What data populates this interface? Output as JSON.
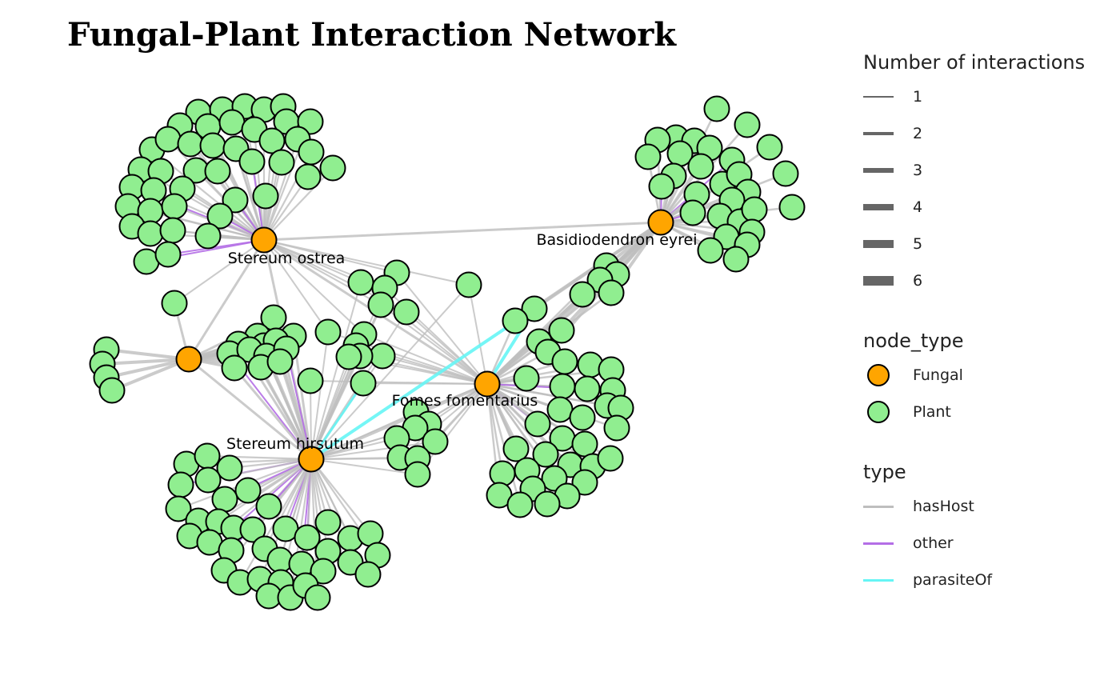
{
  "title": "Fungal-Plant Interaction Network",
  "colors": {
    "fungal": "#FFA500",
    "plant": "#90EE90",
    "node_border": "#000000",
    "hasHost": "#BEBEBE",
    "other": "#B46EE6",
    "parasiteOf": "#66F5F5",
    "width_key": "#666666"
  },
  "fungal_labels": {
    "stereum_ostrea": "Stereum ostrea",
    "basidiodendron_eyrei": "Basidiodendron eyrei",
    "fomes_fomentarius": "Fomes fomentarius",
    "stereum_hirsutum": "Stereum hirsutum"
  },
  "legend": {
    "width": {
      "title": "Number of interactions",
      "items": [
        "1",
        "2",
        "3",
        "4",
        "5",
        "6"
      ]
    },
    "node_type": {
      "title": "node_type",
      "items": [
        "Fungal",
        "Plant"
      ]
    },
    "type": {
      "title": "type",
      "items": [
        "hasHost",
        "other",
        "parasiteOf"
      ]
    }
  }
}
